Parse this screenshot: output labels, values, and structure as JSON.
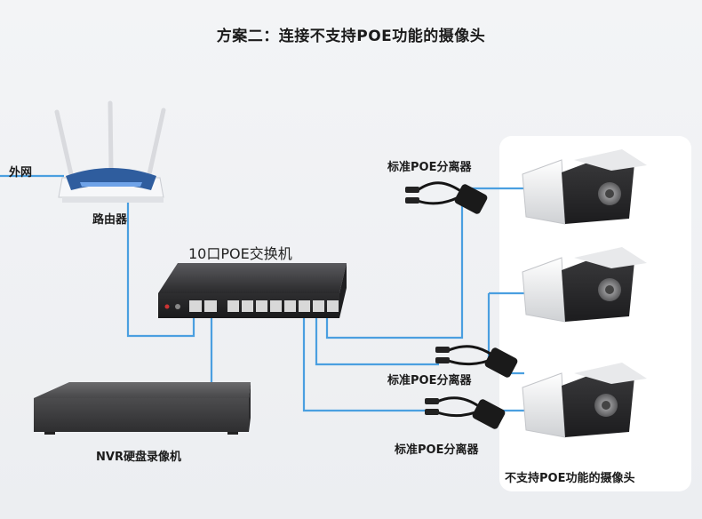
{
  "title": "方案二：连接不支持POE功能的摄像头",
  "labels": {
    "internet": "外网",
    "router": "路由器",
    "switch": "10口POE交换机",
    "nvr": "NVR硬盘录像机",
    "splitter_1": "标准POE分离器",
    "splitter_2": "标准POE分离器",
    "splitter_3": "标准POE分离器",
    "cameras": "不支持POE功能的摄像头"
  },
  "colors": {
    "cable": "#4a9fe0",
    "text": "#1b1b1b",
    "panel": "#ffffff",
    "device_dark": "#2c2c2e"
  }
}
